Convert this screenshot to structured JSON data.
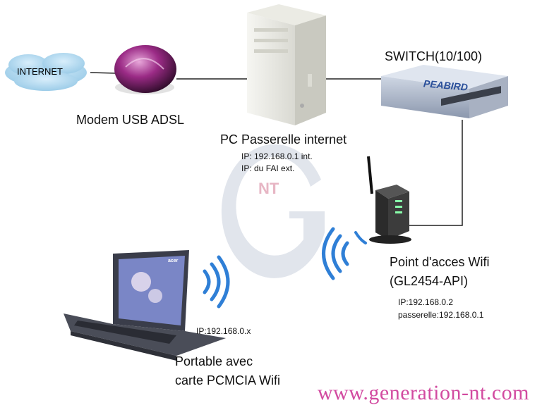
{
  "cloud": {
    "label": "INTERNET"
  },
  "modem": {
    "label": "Modem USB ADSL"
  },
  "pc": {
    "label": "PC Passerelle internet",
    "ip_int": "IP: 192.168.0.1 int.",
    "ip_ext": "IP: du FAI ext."
  },
  "switch": {
    "label": "SWITCH(10/100)",
    "brand": "PEABIRD"
  },
  "access_point": {
    "label_line1": "Point d'acces Wifi",
    "label_line2": "(GL2454-API)",
    "ip": "IP:192.168.0.2",
    "gateway": "passerelle:192.168.0.1"
  },
  "laptop": {
    "ip": "IP:192.168.0.x",
    "label_line1": "Portable avec",
    "label_line2": "carte PCMCIA Wifi",
    "brand": "acer"
  },
  "watermark": {
    "letters": "NT"
  },
  "footer": {
    "url": "www.generation-nt.com"
  },
  "colors": {
    "cloud": "#a9d6ee",
    "modem": "#7a1f6a",
    "wifi_waves": "#2f7fd6",
    "watermark": "#c8cfdc",
    "footer_url": "#d24aa0"
  }
}
